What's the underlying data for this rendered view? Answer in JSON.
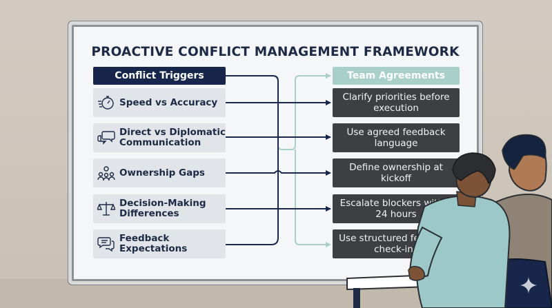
{
  "title": "PROACTIVE CONFLICT MANAGEMENT FRAMEWORK",
  "left_header": "Conflict Triggers",
  "right_header": "Team Agreements",
  "triggers": [
    {
      "label": "Speed vs Accuracy",
      "icon": "stopwatch-icon"
    },
    {
      "label": "Direct vs Diplomatic Communication",
      "icon": "speech-bubbles-icon"
    },
    {
      "label": "Ownership Gaps",
      "icon": "team-icon"
    },
    {
      "label": "Decision-Making Differences",
      "icon": "scales-icon"
    },
    {
      "label": "Feedback Expectations",
      "icon": "chat-icon"
    }
  ],
  "agreements": [
    "Clarify priorities before execution",
    "Use agreed feedback language",
    "Define ownership at kickoff",
    "Escalate blockers within 24 hours",
    "Use structured feedback check-ins"
  ],
  "colors": {
    "navy": "#17264a",
    "teal": "#a9cfc9",
    "dark_box": "#3d3f42",
    "light_box": "#e1e4e8"
  }
}
